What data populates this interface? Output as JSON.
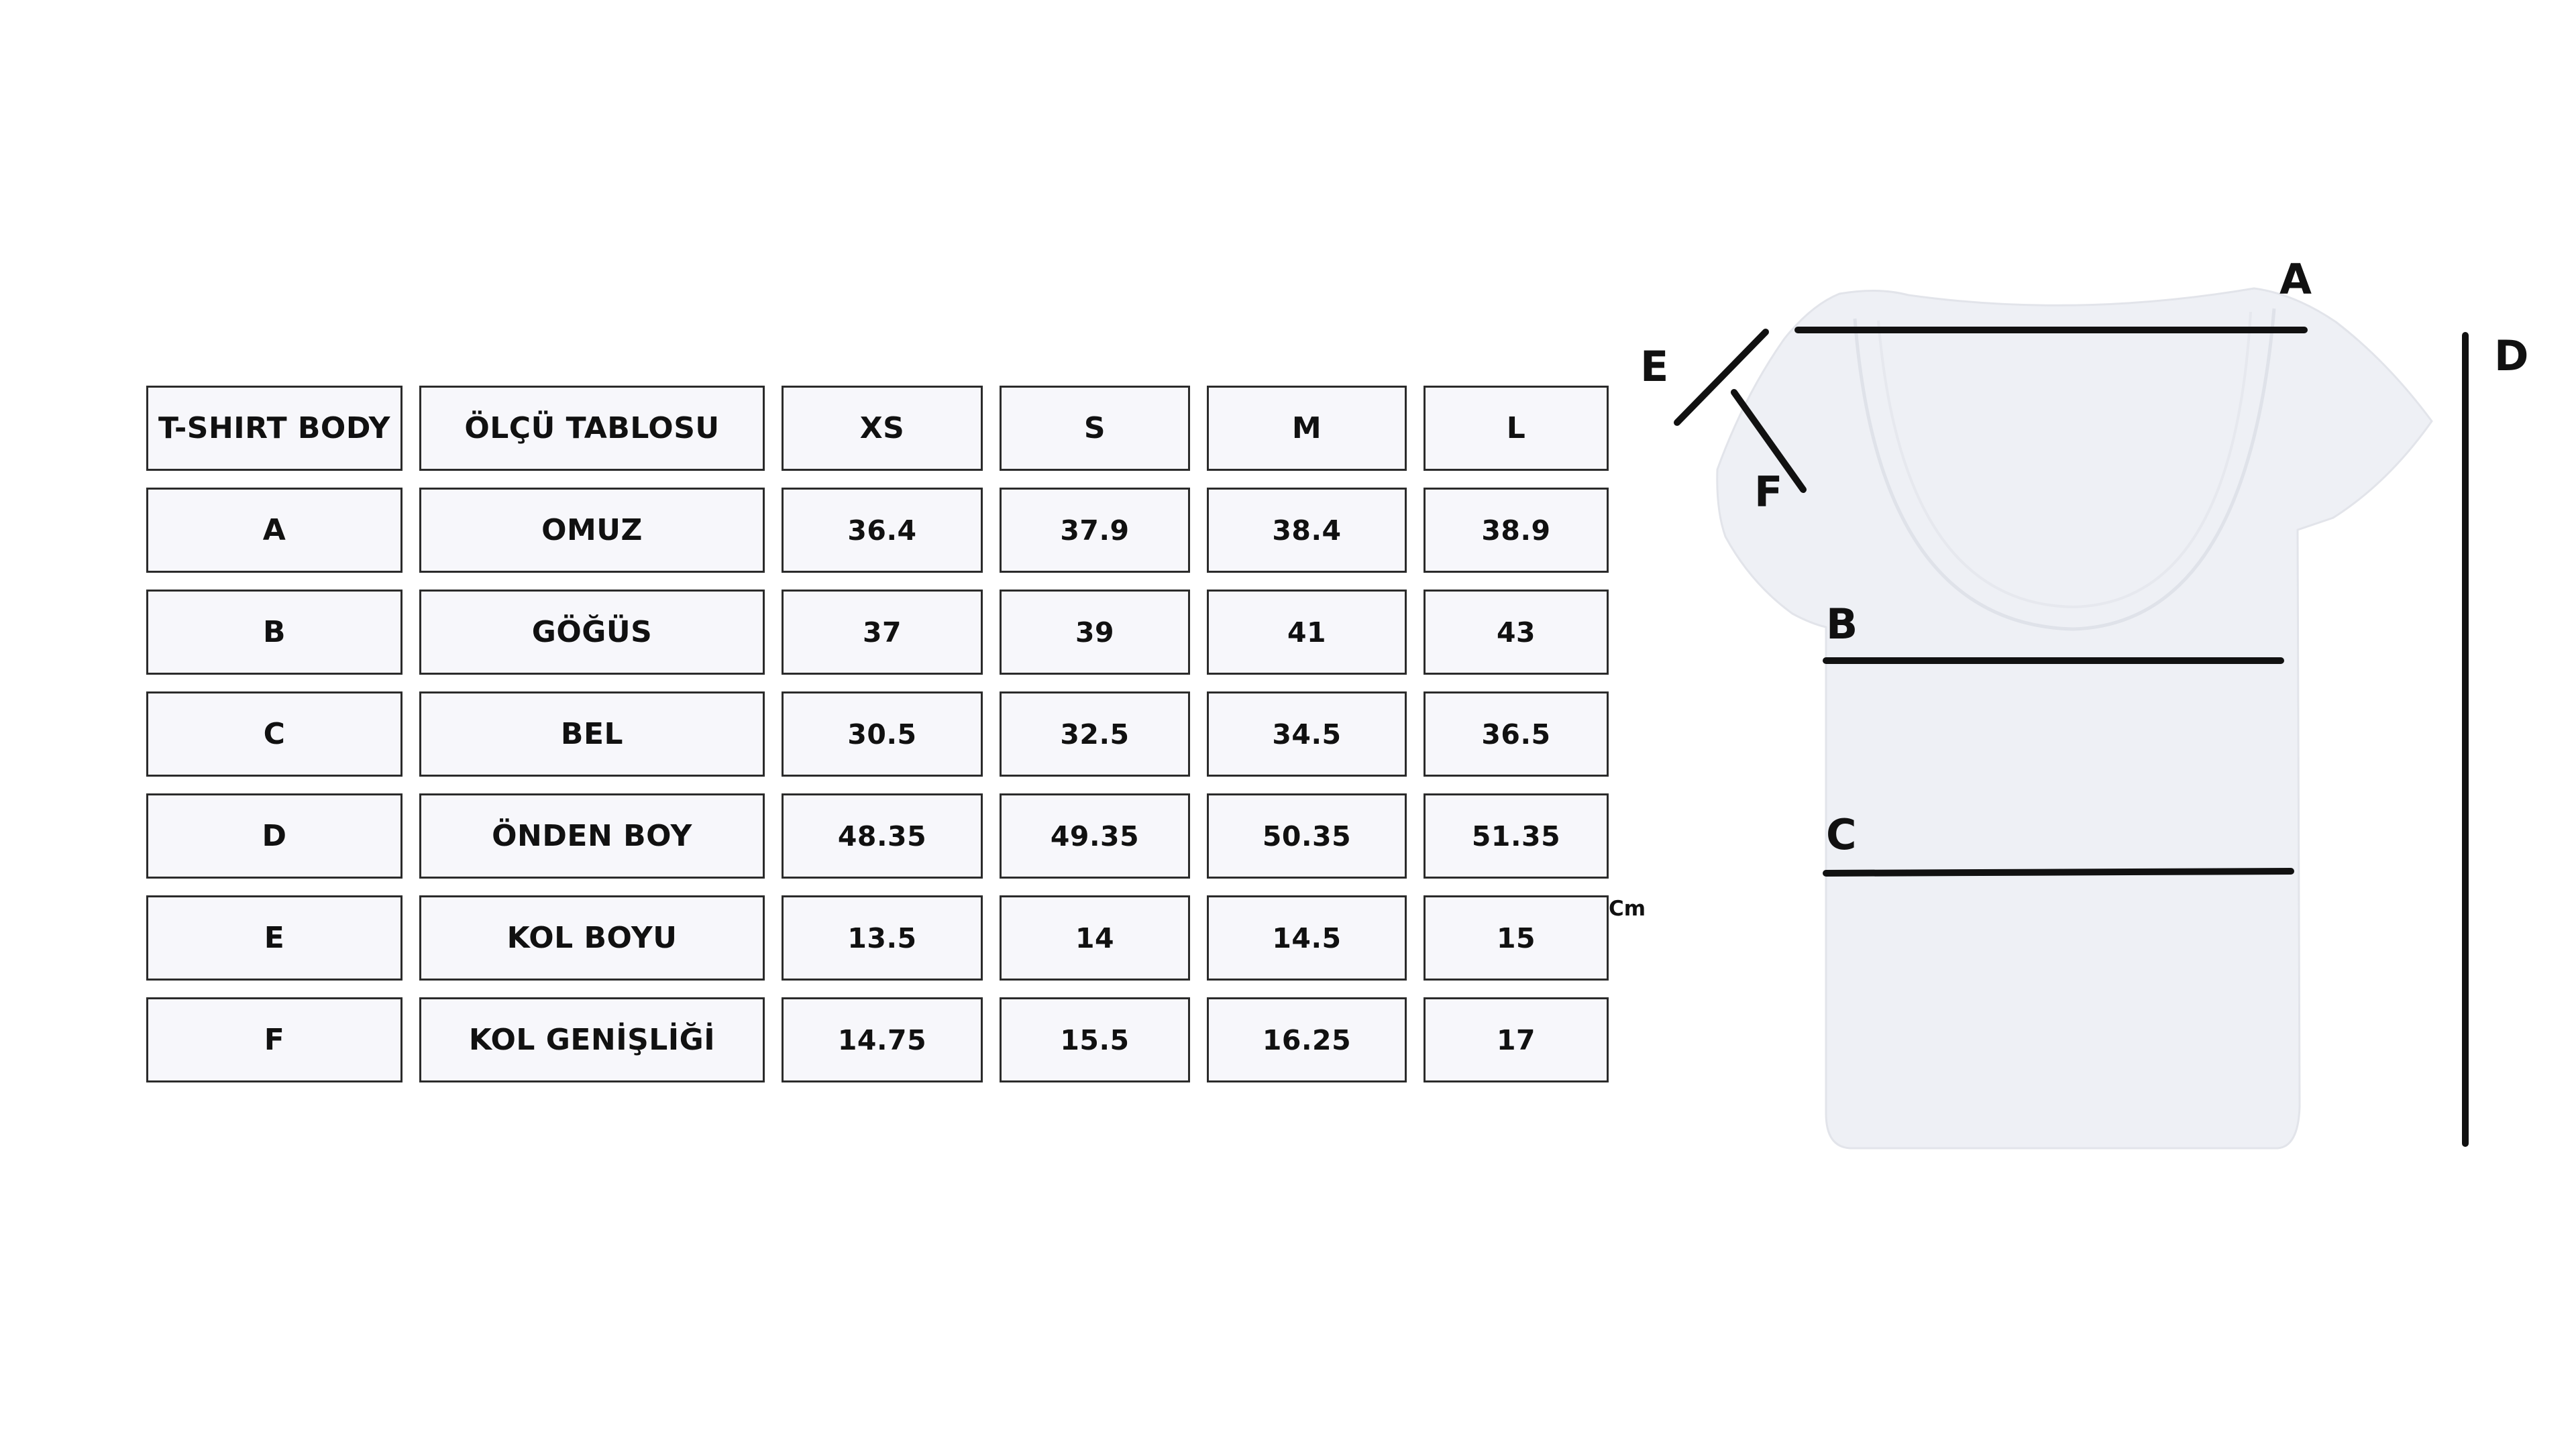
{
  "table": {
    "headers": [
      "T-SHIRT BODY",
      "ÖLÇÜ TABLOSU",
      "XS",
      "S",
      "M",
      "L"
    ],
    "rows": [
      [
        "A",
        "OMUZ",
        "36.4",
        "37.9",
        "38.4",
        "38.9"
      ],
      [
        "B",
        "GÖĞÜS",
        "37",
        "39",
        "41",
        "43"
      ],
      [
        "C",
        "BEL",
        "30.5",
        "32.5",
        "34.5",
        "36.5"
      ],
      [
        "D",
        "ÖNDEN BOY",
        "48.35",
        "49.35",
        "50.35",
        "51.35"
      ],
      [
        "E",
        "KOL BOYU",
        "13.5",
        "14",
        "14.5",
        "15"
      ],
      [
        "F",
        "KOL GENİŞLİĞİ",
        "14.75",
        "15.5",
        "16.25",
        "17"
      ]
    ],
    "unit": "Cm"
  },
  "diagram": {
    "labels": {
      "a": "A",
      "b": "B",
      "c": "C",
      "d": "D",
      "e": "E",
      "f": "F"
    }
  },
  "colors": {
    "border": "#2b2b2b",
    "cell_fill": "#f7f7fb",
    "shirt": "#eef0f5",
    "line": "#111111"
  }
}
